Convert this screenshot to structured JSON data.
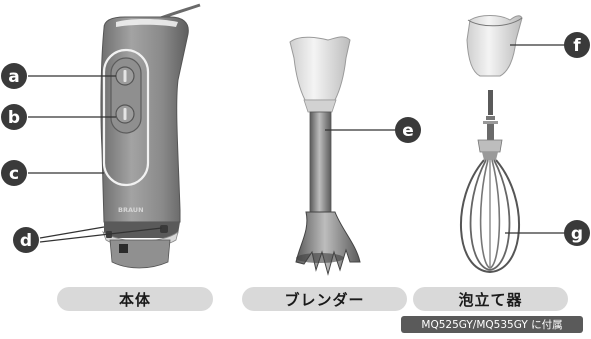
{
  "callouts": {
    "a": "a",
    "b": "b",
    "c": "c",
    "d": "d",
    "e": "e",
    "f": "f",
    "g": "g"
  },
  "brand": "BRAUN",
  "labels": {
    "body": "本体",
    "blender": "ブレンダー",
    "whisk": "泡立て器"
  },
  "note": "MQ525GY/MQ535GY に付属",
  "colors": {
    "callout": "#3a3a3a",
    "pill": "#d9d9d9",
    "note_bg": "#5a5a5a",
    "body_gray": "#8a8a8a"
  }
}
